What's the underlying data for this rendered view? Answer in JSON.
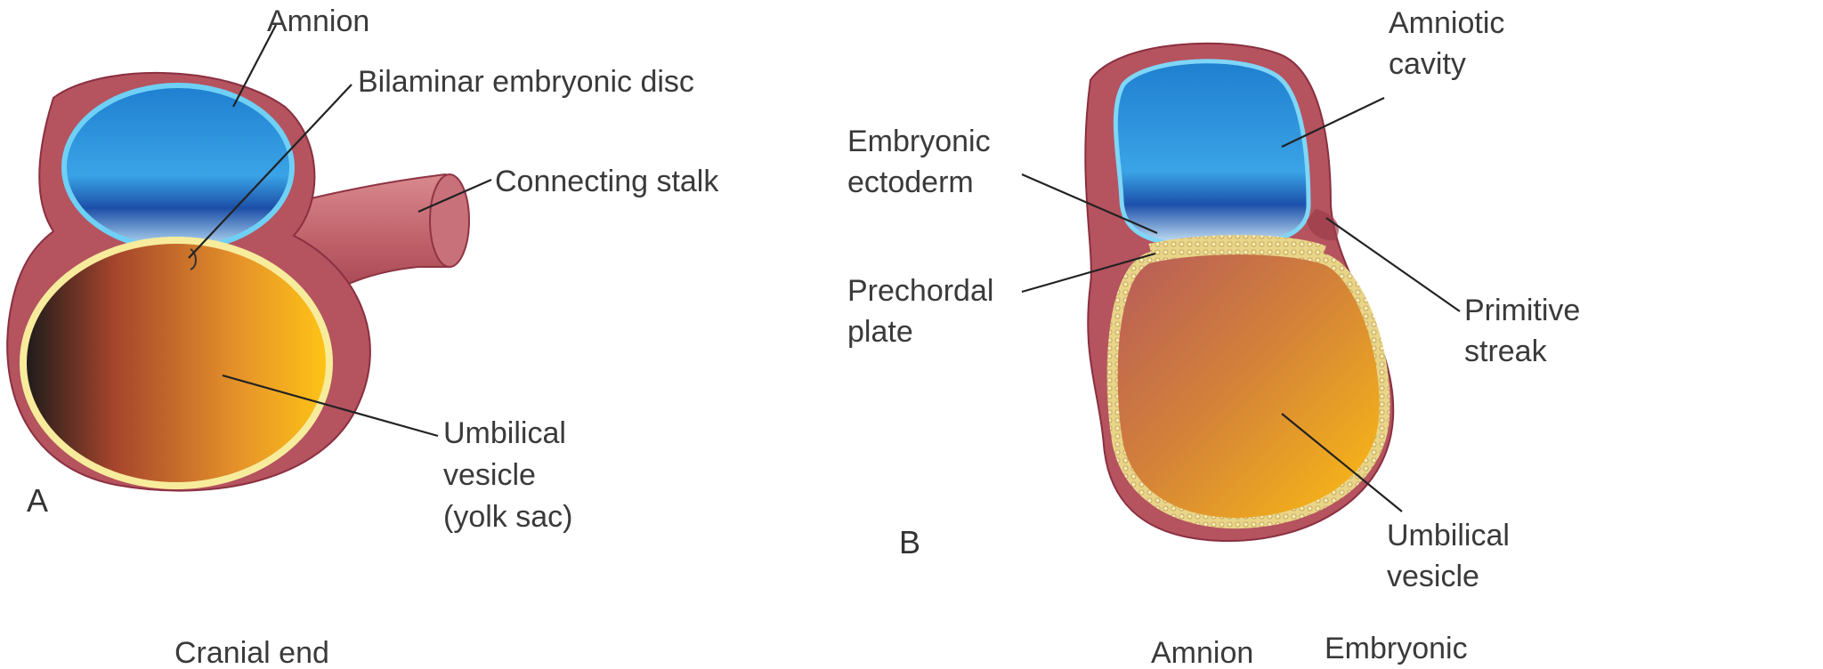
{
  "panel_a": {
    "letter": "A",
    "labels": {
      "amnion": "Amnion",
      "bilaminar_disc": "Bilaminar embryonic disc",
      "connecting_stalk": "Connecting stalk",
      "umbilical_1": "Umbilical",
      "umbilical_2": "vesicle",
      "umbilical_3": "(yolk sac)"
    },
    "caption": "Cranial end"
  },
  "panel_b": {
    "letter": "B",
    "labels": {
      "amniotic_1": "Amniotic",
      "amniotic_2": "cavity",
      "ectoderm_1": "Embryonic",
      "ectoderm_2": "ectoderm",
      "prechordal_1": "Prechordal",
      "prechordal_2": "plate",
      "streak_1": "Primitive",
      "streak_2": "streak",
      "umbilical_1": "Umbilical",
      "umbilical_2": "vesicle"
    },
    "caption_left": "Amnion",
    "caption_right": "Embryonic"
  },
  "colors": {
    "tissue": "#b5535f",
    "amniotic_blue": "#2f8fd8",
    "yolk_orange": "#e8a020",
    "disc_yellow": "#f4e6a0"
  }
}
